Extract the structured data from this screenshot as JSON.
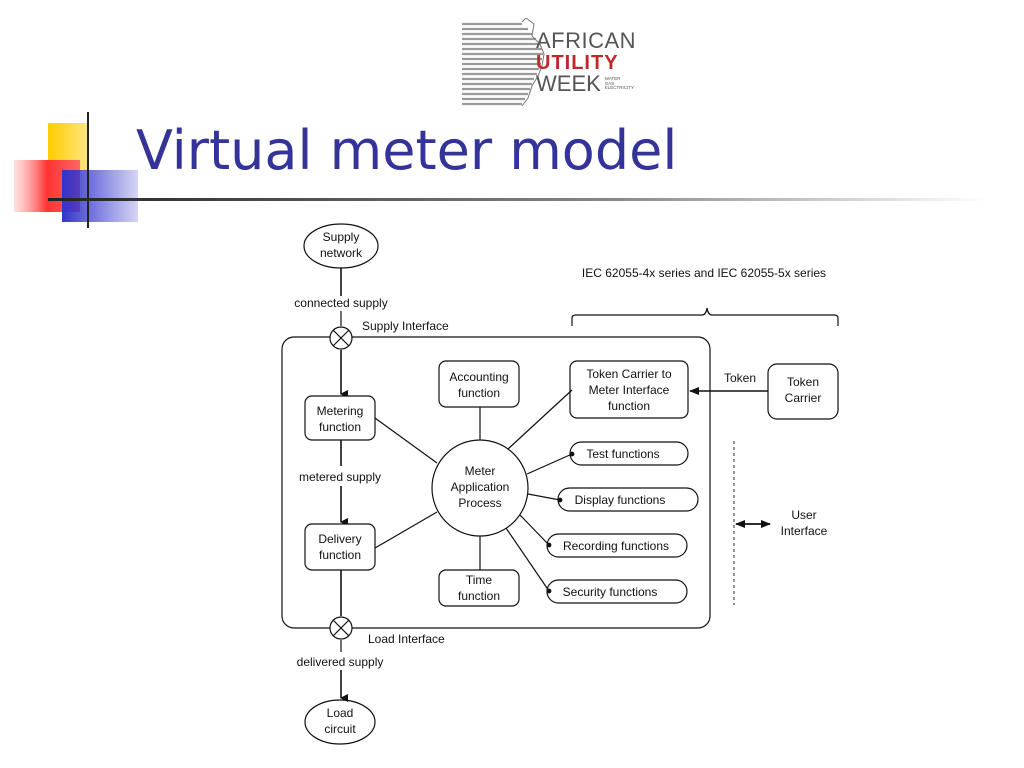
{
  "logo": {
    "line1": "AFRICAN",
    "line2": "UTILITY",
    "line3": "WEEK",
    "subtags": [
      "WATER",
      "GAS",
      "ELECTRICITY"
    ]
  },
  "slide": {
    "title": "Virtual meter model"
  },
  "colors": {
    "title": "#333399",
    "brand_red": "#c0282b",
    "deco_yellow": "#ffcc00",
    "deco_red": "#ff3333",
    "deco_blue": "#3333cc"
  },
  "diagram": {
    "nodes": {
      "supply_network": [
        "Supply",
        "network"
      ],
      "metering_function": [
        "Metering",
        "function"
      ],
      "delivery_function": [
        "Delivery",
        "function"
      ],
      "load_circuit": [
        "Load",
        "circuit"
      ],
      "accounting_function": [
        "Accounting",
        "function"
      ],
      "time_function": [
        "Time",
        "function"
      ],
      "meter_application_process": [
        "Meter",
        "Application",
        "Process"
      ],
      "token_carrier_interface": [
        "Token Carrier to",
        "Meter Interface",
        "function"
      ],
      "token_carrier": [
        "Token",
        "Carrier"
      ],
      "test_functions": "Test functions",
      "display_functions": "Display functions",
      "recording_functions": "Recording functions",
      "security_functions": "Security functions"
    },
    "labels": {
      "connected_supply": "connected supply",
      "supply_interface": "Supply Interface",
      "metered_supply": "metered supply",
      "load_interface": "Load Interface",
      "delivered_supply": "delivered supply",
      "token": "Token",
      "user_interface": [
        "User",
        "Interface"
      ],
      "iec_series": "IEC 62055-4x series and IEC 62055-5x series"
    }
  }
}
